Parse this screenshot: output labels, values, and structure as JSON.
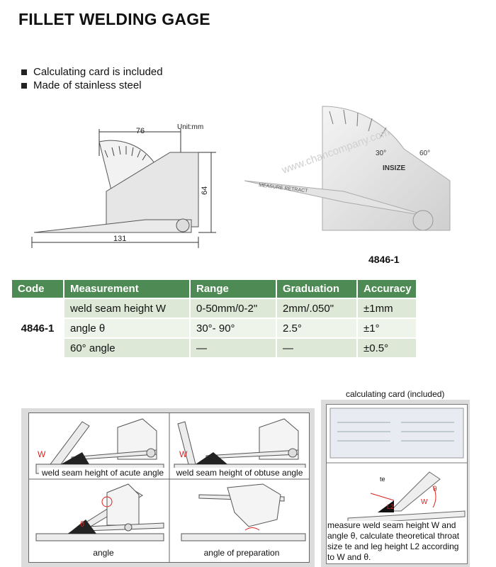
{
  "title": "FILLET WELDING GAGE",
  "features": [
    "Calculating card is included",
    "Made of stainless steel"
  ],
  "drawing": {
    "width_top": "76",
    "unit": "Unit:mm",
    "height": "64",
    "width_bottom": "131"
  },
  "photo": {
    "model_code": "4846-1",
    "brand": "INSIZE",
    "label_30": "30°",
    "label_60": "60°",
    "retract": "MEASURE  RETRACT",
    "watermark": "www.chancompany.com"
  },
  "table": {
    "headers": [
      "Code",
      "Measurement",
      "Range",
      "Graduation",
      "Accuracy"
    ],
    "code": "4846-1",
    "rows": [
      {
        "measurement": "weld seam height W",
        "range": "0-50mm/0-2\"",
        "graduation": "2mm/.050\"",
        "accuracy": "±1mm"
      },
      {
        "measurement": "angle θ",
        "range": "30°- 90°",
        "graduation": "2.5°",
        "accuracy": "±1°"
      },
      {
        "measurement": "60° angle",
        "range": "—",
        "graduation": "—",
        "accuracy": "±0.5°"
      }
    ]
  },
  "usage": {
    "captions": [
      "weld seam height of acute angle",
      "weld seam height of obtuse angle",
      "angle",
      "angle of preparation"
    ],
    "w_label": "W",
    "theta_label": "θ"
  },
  "calc_card": {
    "title": "calculating card (included)",
    "labels": {
      "te": "te",
      "l2": "L2",
      "w": "W",
      "theta": "θ"
    },
    "description": "measure weld seam height W and angle θ, calculate theoretical throat size te and leg height L2 according to W and θ."
  }
}
